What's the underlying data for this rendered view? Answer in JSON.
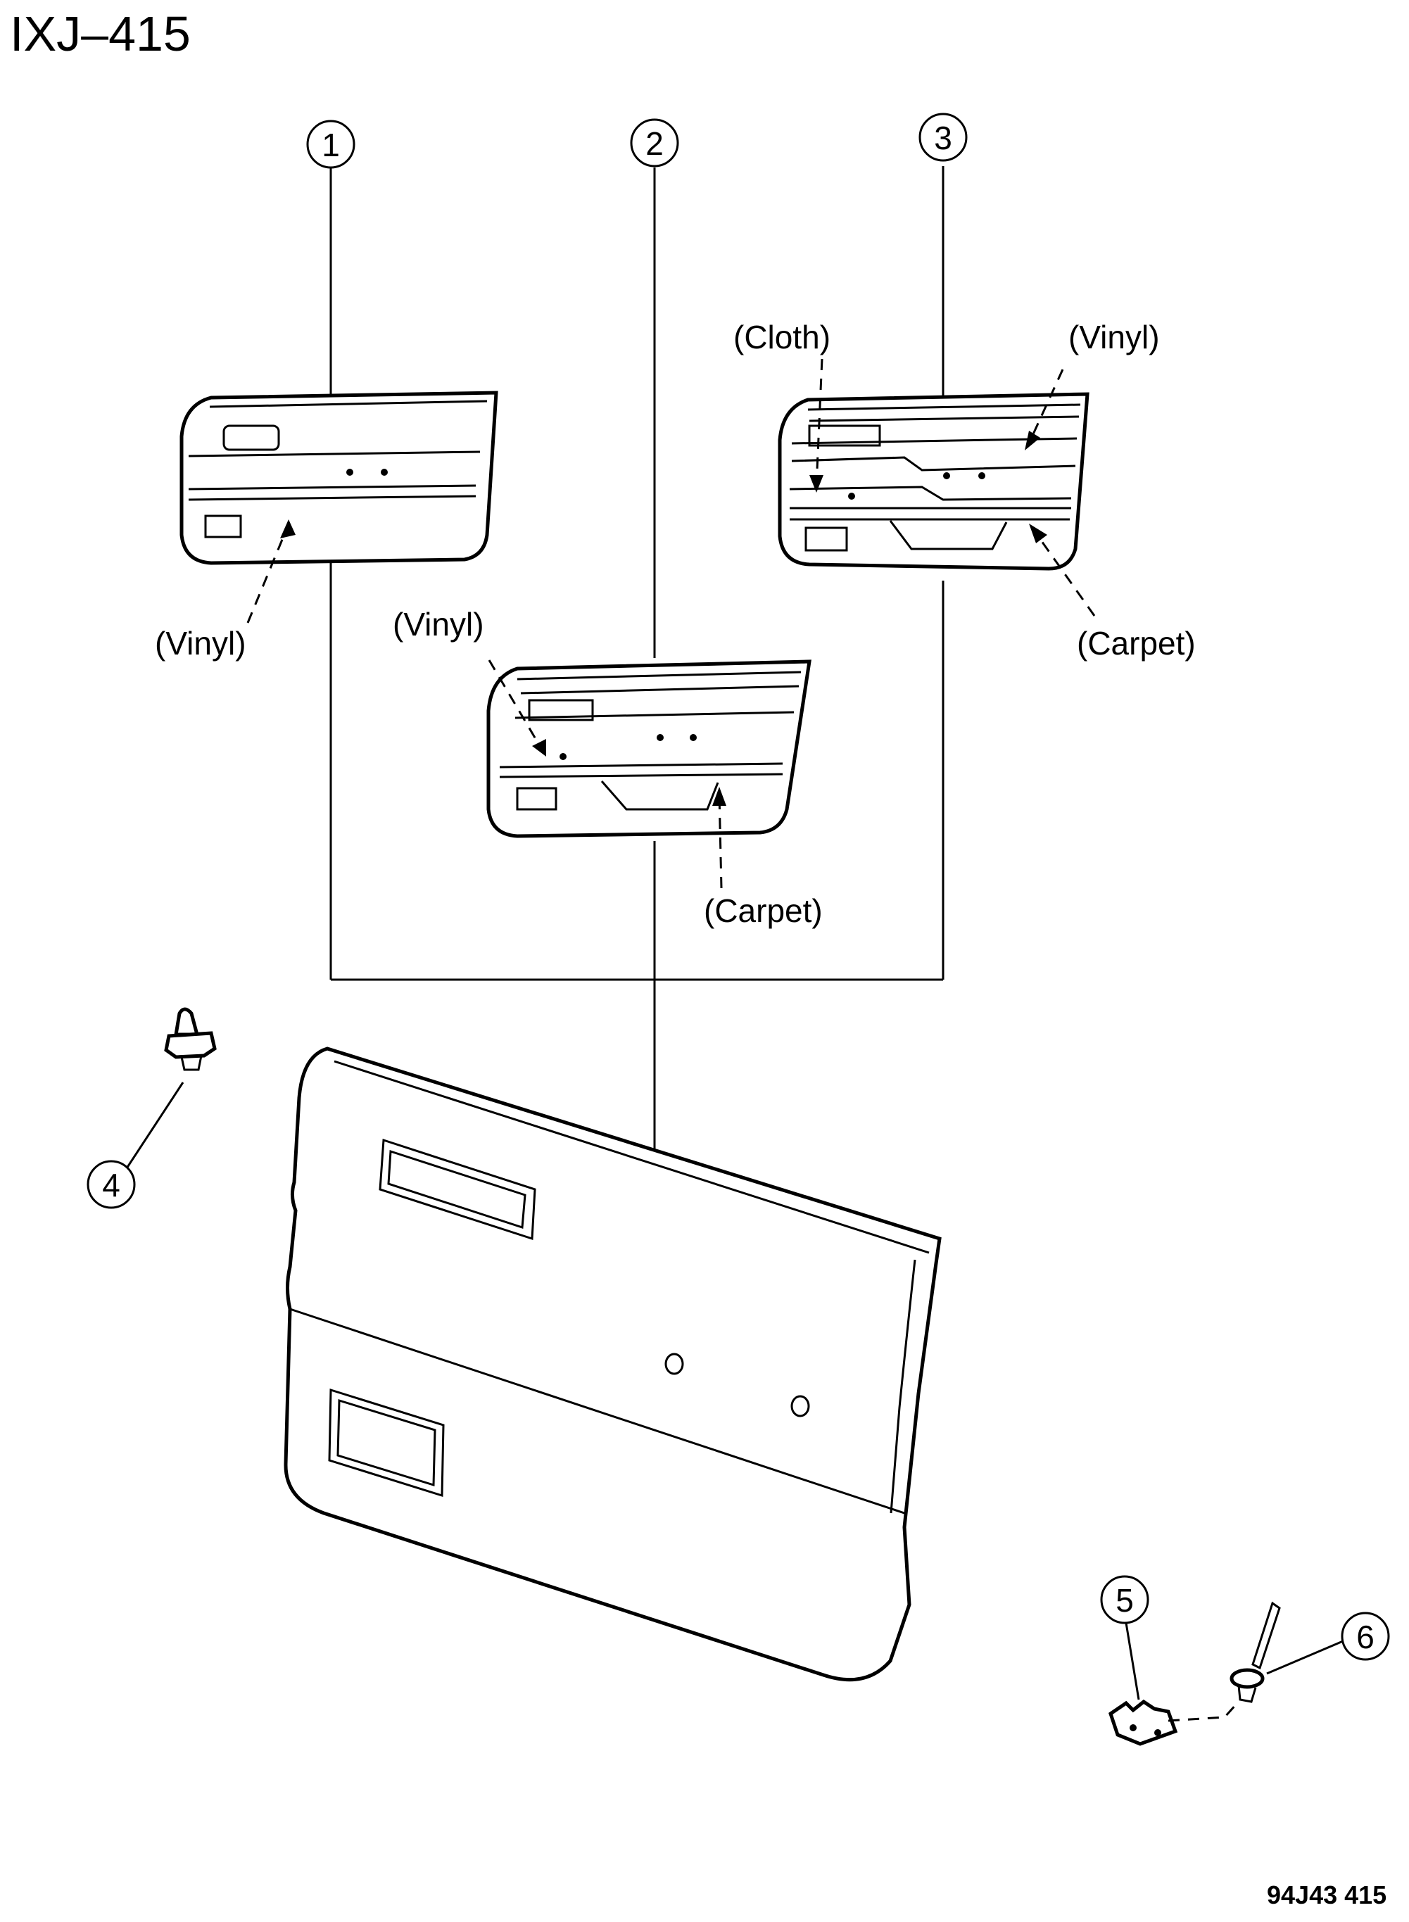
{
  "header": {
    "code": "IXJ–415"
  },
  "footer": {
    "code": "94J43  415"
  },
  "callouts": [
    "1",
    "2",
    "3",
    "4",
    "5",
    "6"
  ],
  "materials": {
    "p1_vinyl": "(Vinyl)",
    "p2_vinyl": "(Vinyl)",
    "p2_carpet": "(Carpet)",
    "p3_cloth": "(Cloth)",
    "p3_vinyl": "(Vinyl)",
    "p3_carpet": "(Carpet)"
  }
}
